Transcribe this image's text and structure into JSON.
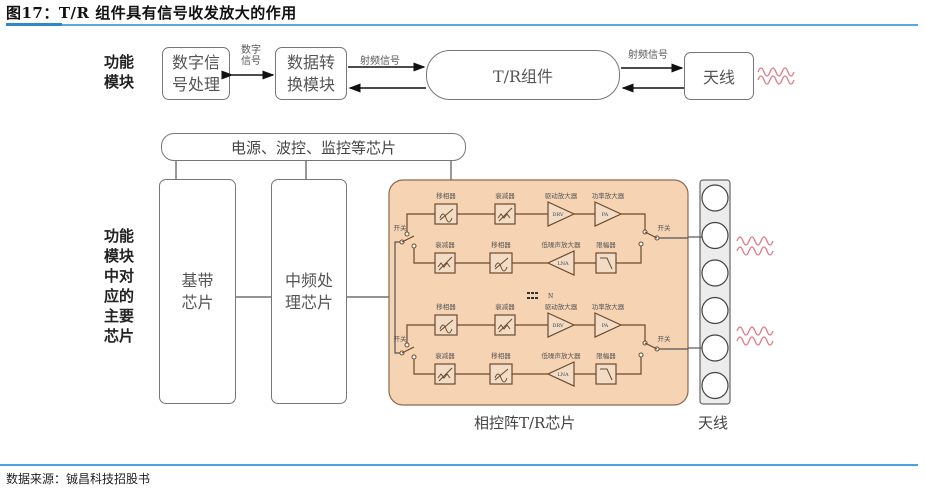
{
  "figure": {
    "title": "图17：T/R 组件具有信号收发放大的作用",
    "source": "数据来源：铖昌科技招股书"
  },
  "colors": {
    "accent_rule": "#5aa9dc",
    "chip_fill": "#f5d3b3",
    "chip_stroke": "#8a6a4e",
    "component_stroke": "#6b4a2e",
    "wave": "#e07a86"
  },
  "top_row": {
    "label": "功能\n模块",
    "label_lines": [
      "功能",
      "模块"
    ],
    "dsp_box": [
      "数字信",
      "号处理"
    ],
    "digital_signal_label": [
      "数字",
      "信号"
    ],
    "dac_box": [
      "数据转",
      "换模块"
    ],
    "rf_signal_label_1": "射频信号",
    "tr_module": "T/R组件",
    "rf_signal_label_2": "射频信号",
    "antenna": "天线"
  },
  "bottom_row": {
    "label_lines": [
      "功能",
      "模块",
      "中对",
      "应的",
      "主要",
      "芯片"
    ],
    "power_bus": "电源、波控、监控等芯片",
    "baseband_chip": [
      "基带",
      "芯片"
    ],
    "if_chip": [
      "中频处",
      "理芯片"
    ],
    "phased_array_chip_caption": "相控阵T/R芯片",
    "antenna_caption": "天线",
    "channels": [
      {
        "tx_chain": [
          "移相器",
          "衰减器",
          "驱动放大器",
          "功率放大器"
        ],
        "rx_chain": [
          "衰减器",
          "移相器",
          "低噪声放大器",
          "限幅器"
        ],
        "switch_label": "开关"
      },
      {
        "tx_chain": [
          "移相器",
          "衰减器",
          "驱动放大器",
          "功率放大器"
        ],
        "rx_chain": [
          "衰减器",
          "移相器",
          "低噪声放大器",
          "限幅器"
        ],
        "switch_label": "开关"
      }
    ],
    "amp_labels": {
      "drv": "DRV",
      "pa": "PA",
      "lna": "LNA"
    },
    "n_label": "N",
    "antenna_element_count": 6
  }
}
